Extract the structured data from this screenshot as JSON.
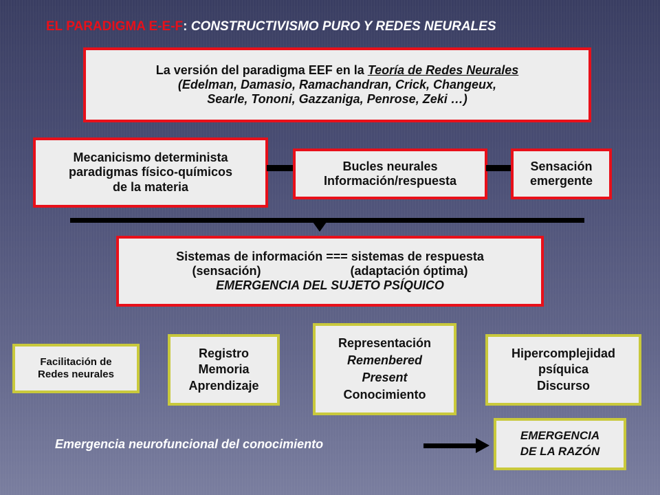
{
  "title": {
    "part1": "EL PARADIGMA E-E-F",
    "sep": ": ",
    "part2": "CONSTRUCTIVISMO PURO Y REDES NEURALES"
  },
  "top_box": {
    "line1_pre": "La versión del paradigma EEF en la ",
    "line1_link": "Teoría de Redes Neurales",
    "line2": "(Edelman, Damasio, Ramachandran, Crick, Changeux,",
    "line3": "Searle, Tononi, Gazzaniga, Penrose, Zeki …)"
  },
  "mecanicismo": {
    "lines": [
      "Mecanicismo determinista",
      "paradigmas físico-químicos",
      "de la materia"
    ]
  },
  "bucles": {
    "lines": [
      "Bucles neurales",
      "Información/respuesta"
    ]
  },
  "sensacion": {
    "lines": [
      "Sensación",
      "emergente"
    ]
  },
  "sistemas": {
    "line1": "Sistemas de información === sistemas de respuesta",
    "line2_left": "(sensación)",
    "line2_right": "(adaptación óptima)",
    "line3": "EMERGENCIA DEL SUJETO PSÍQUICO"
  },
  "facilitacion": {
    "lines": [
      "Facilitación de",
      "Redes neurales"
    ]
  },
  "registro": {
    "lines": [
      "Registro",
      "Memoria",
      "Aprendizaje"
    ]
  },
  "representacion": {
    "line1": "Representación",
    "line2": "Remenbered",
    "line3": "Present",
    "line4": "Conocimiento"
  },
  "hipercomplejidad": {
    "lines": [
      "Hipercomplejidad",
      "psíquica",
      "Discurso"
    ]
  },
  "emergencia_text": "Emergencia neurofuncional del conocimiento",
  "razon": {
    "lines": [
      "EMERGENCIA",
      "DE LA RAZÓN"
    ]
  },
  "colors": {
    "red_border": "#e8101a",
    "olive_border": "#c9c93c",
    "box_fill": "#ededed",
    "connector": "#000000"
  }
}
